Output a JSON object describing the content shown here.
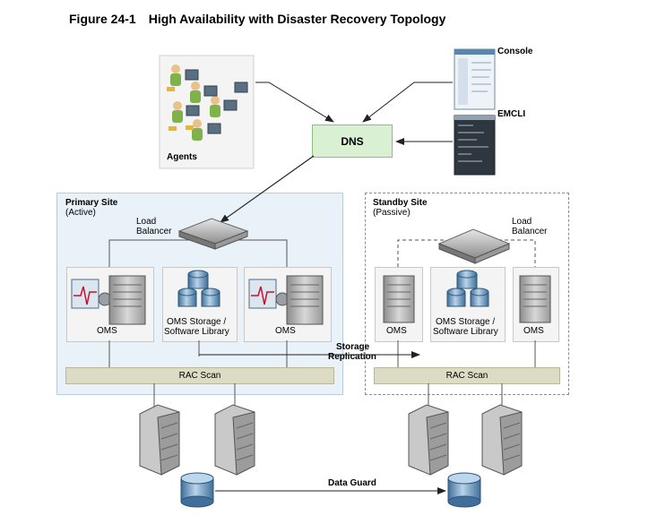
{
  "figure": {
    "number": "Figure 24-1",
    "title": "High Availability with Disaster Recovery Topology"
  },
  "nodes": {
    "agents": "Agents",
    "console": "Console",
    "emcli": "EMCLI",
    "dns": "DNS"
  },
  "primary_site": {
    "title": "Primary Site",
    "subtitle": "(Active)",
    "load_balancer_line1": "Load",
    "load_balancer_line2": "Balancer",
    "oms_left": "OMS",
    "storage_line1": "OMS Storage /",
    "storage_line2": "Software Library",
    "oms_right": "OMS",
    "rac_scan": "RAC Scan"
  },
  "standby_site": {
    "title": "Standby Site",
    "subtitle": "(Passive)",
    "load_balancer_line1": "Load",
    "load_balancer_line2": "Balancer",
    "oms_left": "OMS",
    "storage_line1": "OMS Storage /",
    "storage_line2": "Software Library",
    "oms_right": "OMS",
    "rac_scan": "RAC Scan"
  },
  "links": {
    "storage_replication_line1": "Storage",
    "storage_replication_line2": "Replication",
    "data_guard": "Data Guard"
  }
}
